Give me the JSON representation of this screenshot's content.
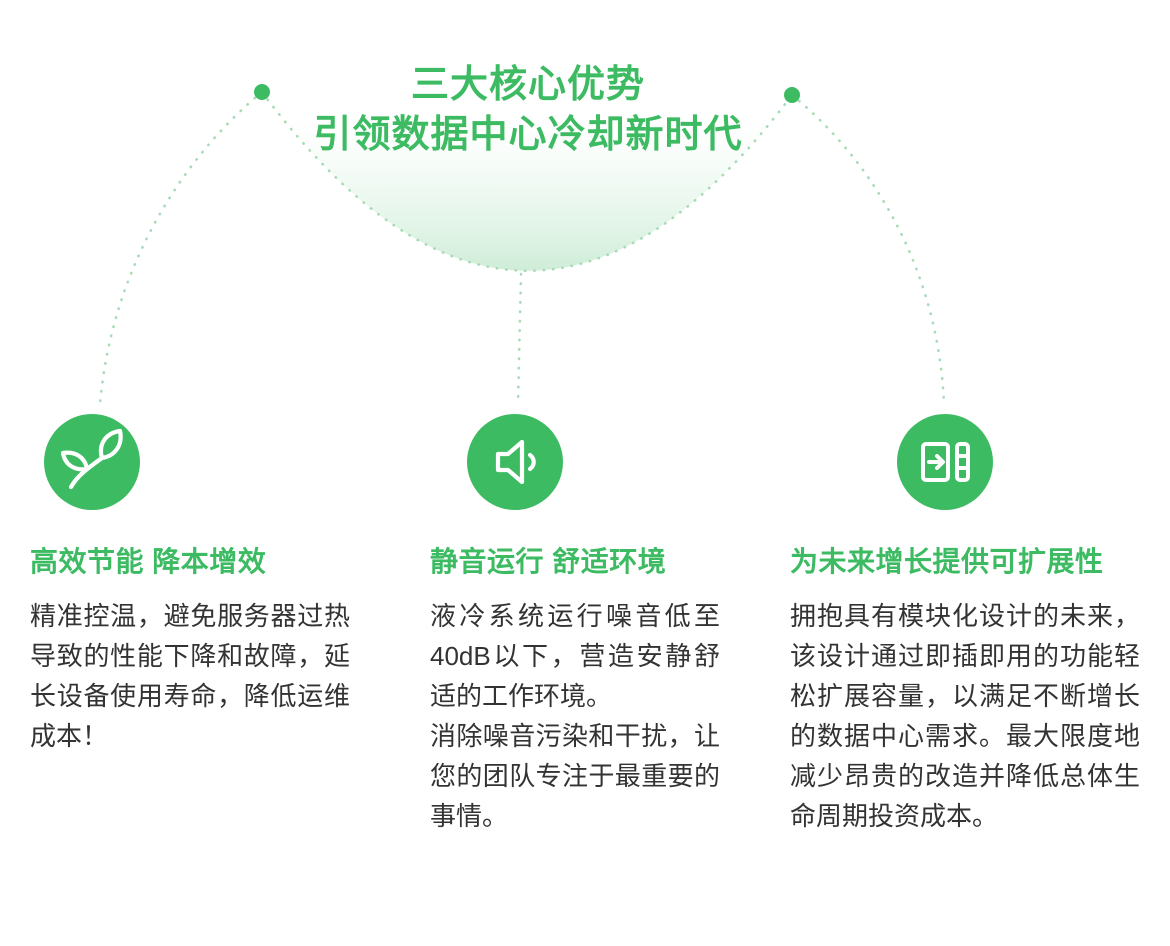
{
  "title": {
    "line1": "三大核心优势",
    "line2": "引领数据中心冷却新时代"
  },
  "colors": {
    "accent_green": "#3CBB62",
    "connector_green": "#A5DCB5",
    "glow_green": "#D0EDD9",
    "body_text": "#333333"
  },
  "features": [
    {
      "icon": "leaf-icon",
      "heading": "高效节能 降本增效",
      "body": "精准控温，避免服务器过热导致的性能下降和故障，延长设备使用寿命，降低运维成本！"
    },
    {
      "icon": "speaker-icon",
      "heading": "静音运行 舒适环境",
      "body": "液冷系统运行噪音低至40dB以下，营造安静舒适的工作环境。\n消除噪音污染和干扰，让您的团队专注于最重要的事情。"
    },
    {
      "icon": "expand-icon",
      "heading": "为未来增长提供可扩展性",
      "body": "拥抱具有模块化设计的未来，该设计通过即插即用的功能轻松扩展容量，以满足不断增长的数据中心需求。最大限度地减少昂贵的改造并降低总体生命周期投资成本。"
    }
  ]
}
